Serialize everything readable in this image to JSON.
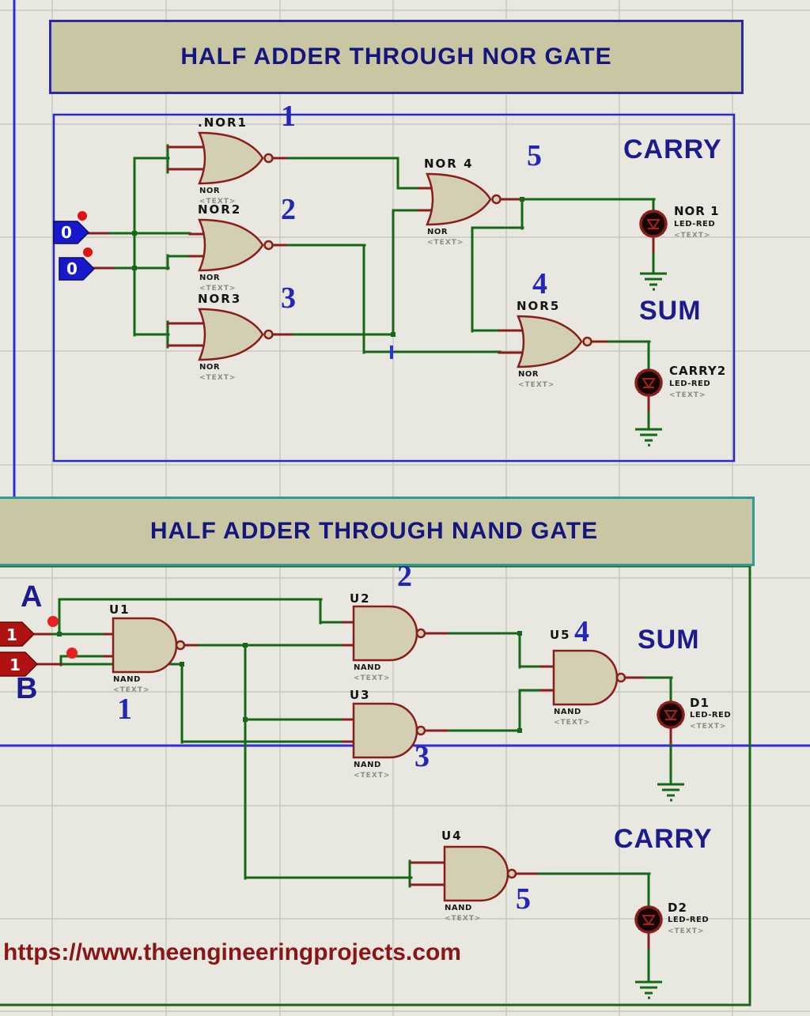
{
  "nor_section": {
    "title": "HALF ADDER THROUGH NOR GATE",
    "inputs": [
      {
        "value": "0"
      },
      {
        "value": "0"
      }
    ],
    "gates": [
      {
        "ref": ".NOR1",
        "num": "1",
        "part": "NOR",
        "text": "<TEXT>"
      },
      {
        "ref": "NOR2",
        "num": "2",
        "part": "NOR",
        "text": "<TEXT>"
      },
      {
        "ref": "NOR3",
        "num": "3",
        "part": "NOR",
        "text": "<TEXT>"
      },
      {
        "ref": "NOR 4",
        "num": "5",
        "part": "NOR",
        "text": "<TEXT>"
      },
      {
        "ref": "NOR5",
        "num": "4",
        "part": "NOR",
        "text": "<TEXT>"
      }
    ],
    "outputs": [
      {
        "label": "CARRY",
        "led_ref": "NOR 1",
        "led_part": "LED-RED",
        "text": "<TEXT>"
      },
      {
        "label": "SUM",
        "led_ref": "CARRY2",
        "led_part": "LED-RED",
        "text": "<TEXT>"
      }
    ]
  },
  "nand_section": {
    "title": "HALF ADDER THROUGH NAND GATE",
    "input_labels": [
      "A",
      "B"
    ],
    "inputs": [
      {
        "value": "1"
      },
      {
        "value": "1"
      }
    ],
    "gates": [
      {
        "ref": "U1",
        "num": "1",
        "part": "NAND",
        "text": "<TEXT>"
      },
      {
        "ref": "U2",
        "num": "2",
        "part": "NAND",
        "text": "<TEXT>"
      },
      {
        "ref": "U3",
        "num": "3",
        "part": "NAND",
        "text": "<TEXT>"
      },
      {
        "ref": "U5",
        "num": "4",
        "part": "NAND",
        "text": "<TEXT>"
      },
      {
        "ref": "U4",
        "num": "5",
        "part": "NAND",
        "text": "<TEXT>"
      }
    ],
    "outputs": [
      {
        "label": "SUM",
        "led_ref": "D1",
        "led_part": "LED-RED",
        "text": "<TEXT>"
      },
      {
        "label": "CARRY",
        "led_ref": "D2",
        "led_part": "LED-RED",
        "text": "<TEXT>"
      }
    ]
  },
  "footer": {
    "url": "https://www.theengineeringprojects.com"
  },
  "colors": {
    "background": "#e9e8e0",
    "grid": "#c8c8c0",
    "panel_fill": "#c9c6a4",
    "nor_border_blue": "#2a2ac8",
    "nand_border_green": "#1b651b",
    "teal_title_border": "#2f9b97",
    "wire_green": "#156815",
    "wire_red": "#8b1c1c",
    "gate_fill": "#d2cfb2",
    "number_blue": "#2326b8",
    "label_navy": "#1c1c8e",
    "url_red": "#8b1414"
  }
}
